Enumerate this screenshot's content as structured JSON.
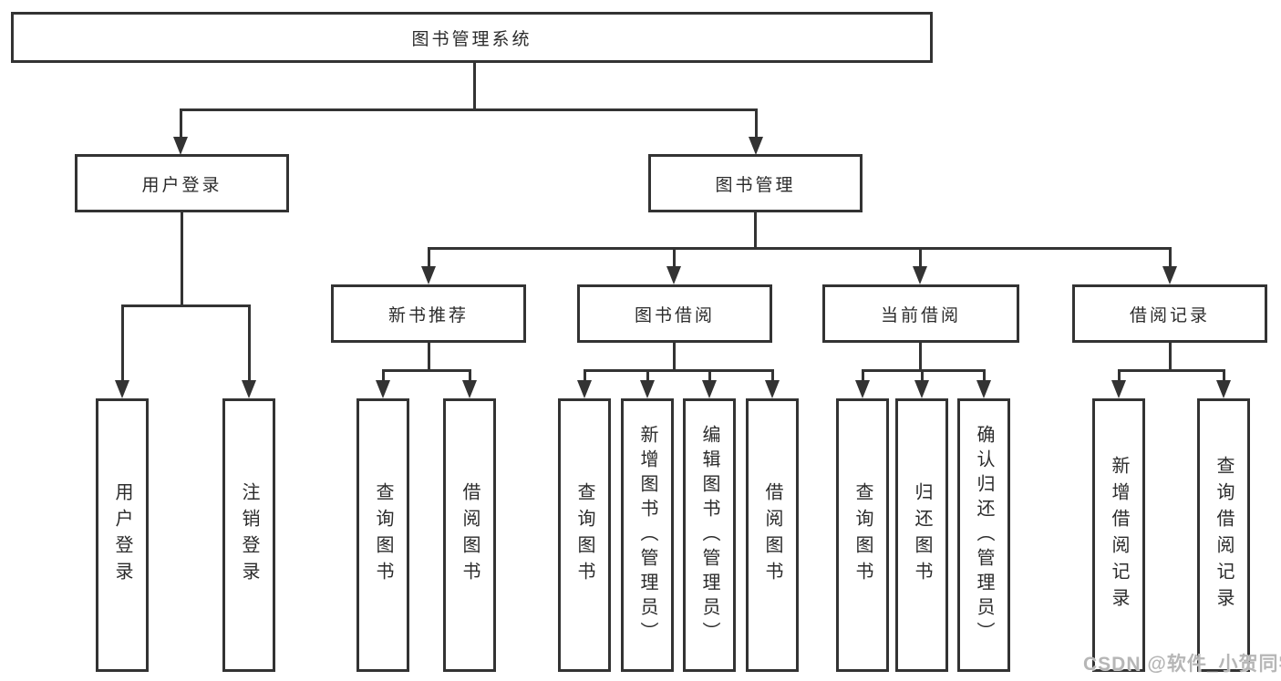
{
  "diagram": {
    "root": {
      "label": "图书管理系统"
    },
    "level2": [
      {
        "label": "用户登录"
      },
      {
        "label": "图书管理"
      }
    ],
    "level3": [
      {
        "label": "新书推荐"
      },
      {
        "label": "图书借阅"
      },
      {
        "label": "当前借阅"
      },
      {
        "label": "借阅记录"
      }
    ],
    "leaves": {
      "user_login": [
        {
          "label": "用户登录"
        },
        {
          "label": "注销登录"
        }
      ],
      "new_book": [
        {
          "label": "查询图书"
        },
        {
          "label": "借阅图书"
        }
      ],
      "borrow": [
        {
          "label": "查询图书"
        },
        {
          "label": "新增图书（管理员）"
        },
        {
          "label": "编辑图书（管理员）"
        },
        {
          "label": "借阅图书"
        }
      ],
      "current": [
        {
          "label": "查询图书"
        },
        {
          "label": "归还图书"
        },
        {
          "label": "确认归还（管理员）"
        }
      ],
      "records": [
        {
          "label": "新增借阅记录"
        },
        {
          "label": "查询借阅记录"
        }
      ]
    },
    "colors": {
      "line": "#333333",
      "text": "#2b2b2b",
      "background": "#ffffff",
      "watermark": "#b6b6b6"
    }
  },
  "watermark": {
    "text": "CSDN @软件_小贺同学"
  }
}
